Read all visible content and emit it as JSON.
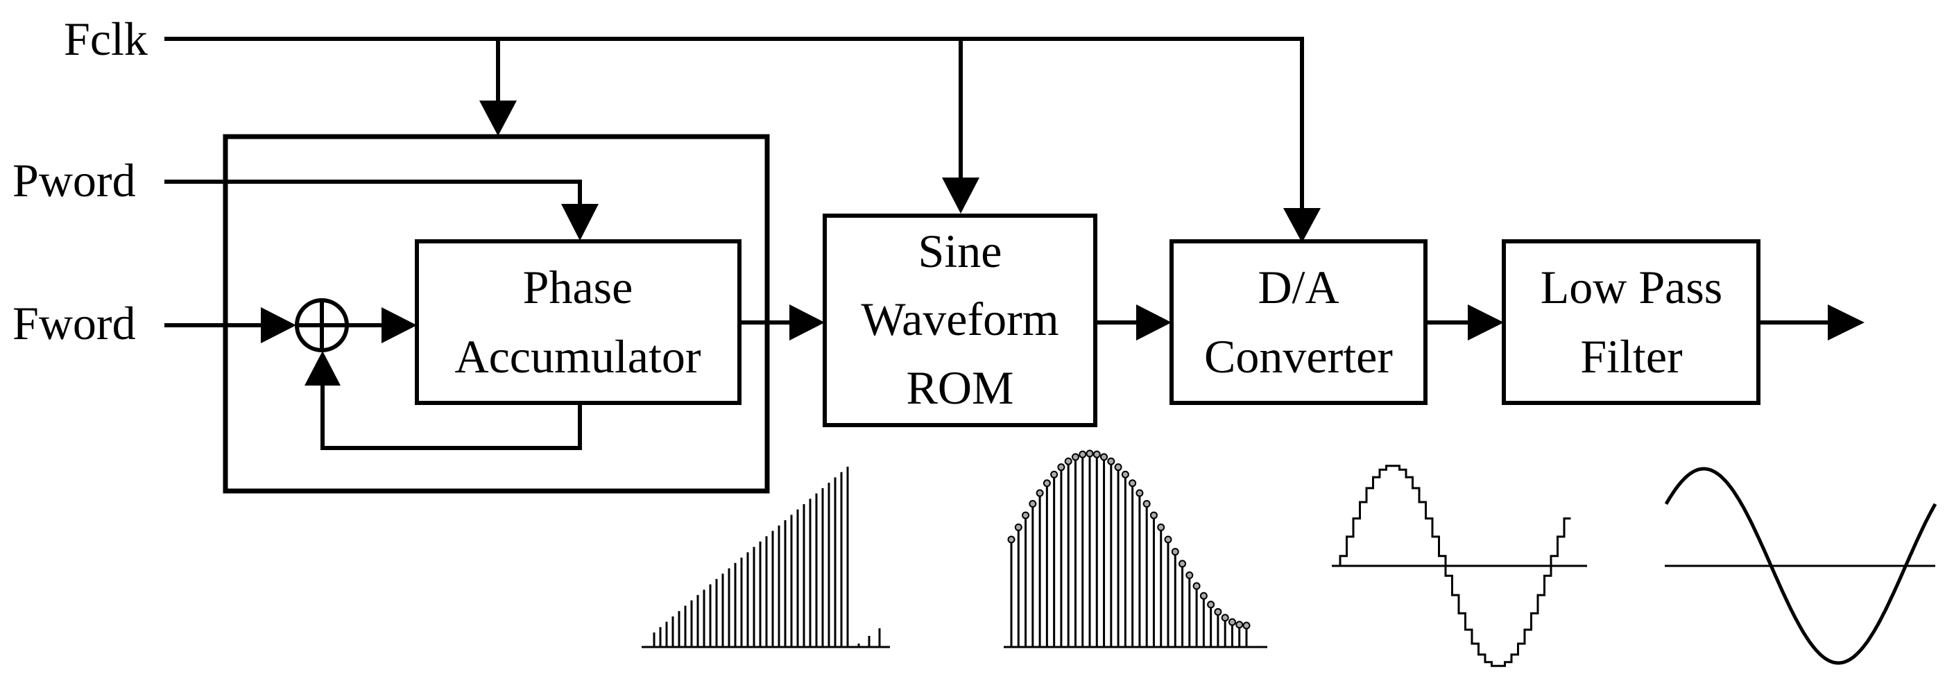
{
  "inputs": {
    "fclk": "Fclk",
    "pword": "Pword",
    "fword": "Fword"
  },
  "blocks": {
    "phase_accumulator": [
      "Phase",
      "Accumulator"
    ],
    "sine_rom": [
      "Sine",
      "Waveform",
      "ROM"
    ],
    "dac": [
      "D/A",
      "Converter"
    ],
    "lpf": [
      "Low Pass",
      "Filter"
    ]
  },
  "adder_symbol": "circled-plus",
  "waveforms": {
    "accumulator_output": {
      "kind": "sawtooth-stems",
      "samples": 32,
      "wrap_samples": 3
    },
    "rom_output": {
      "kind": "sampled-sine-stems",
      "samples": 34,
      "cycles": 0.75
    },
    "dac_output": {
      "kind": "staircase-sine",
      "steps_per_cycle": 32
    },
    "filter_output": {
      "kind": "smooth-sine",
      "cycles": 1
    }
  }
}
